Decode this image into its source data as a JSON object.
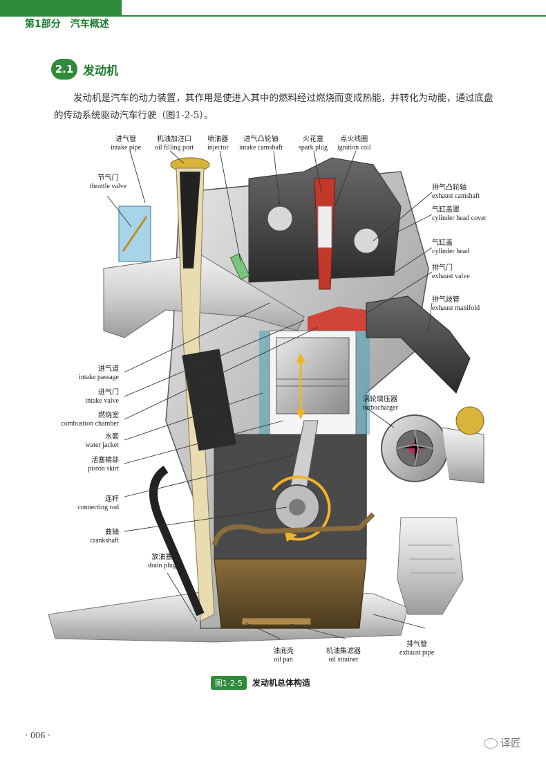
{
  "header": {
    "part": "第1部分",
    "title": "汽车概述"
  },
  "section": {
    "number": "2.1",
    "title": "发动机"
  },
  "paragraph": "发动机是汽车的动力装置，其作用是使进入其中的燃料经过燃烧而变成热能，并转化为动能，通过底盘的传动系统驱动汽车行驶（图1-2-5）。",
  "labels": {
    "intake_pipe": {
      "cn": "进气管",
      "en": "intake pipe"
    },
    "oil_filling_port": {
      "cn": "机油加注口",
      "en": "oil filling port"
    },
    "injector": {
      "cn": "喷油器",
      "en": "injector"
    },
    "intake_camshaft": {
      "cn": "进气凸轮轴",
      "en": "intake camshaft"
    },
    "spark_plug": {
      "cn": "火花塞",
      "en": "spark plug"
    },
    "ignition_coil": {
      "cn": "点火线圈",
      "en": "ignition coil"
    },
    "throttle_valve": {
      "cn": "节气门",
      "en": "throttle valve"
    },
    "exhaust_camshaft": {
      "cn": "排气凸轮轴",
      "en": "exhaust camshaft"
    },
    "cylinder_head_cover": {
      "cn": "气缸盖罩",
      "en": "cylinder head cover"
    },
    "cylinder_head": {
      "cn": "气缸盖",
      "en": "cylinder head"
    },
    "exhaust_valve": {
      "cn": "排气门",
      "en": "exhaust valve"
    },
    "exhaust_manifold": {
      "cn": "排气歧管",
      "en": "exhaust manifold"
    },
    "intake_passage": {
      "cn": "进气道",
      "en": "intake passage"
    },
    "intake_valve": {
      "cn": "进气门",
      "en": "intake valve"
    },
    "combustion_chamber": {
      "cn": "燃烧室",
      "en": "combustion chamber"
    },
    "water_jacket": {
      "cn": "水套",
      "en": "water jacket"
    },
    "piston_skirt": {
      "cn": "活塞裙部",
      "en": "piston skirt"
    },
    "turbocharger": {
      "cn": "涡轮增压器",
      "en": "turbocharger"
    },
    "connecting_rod": {
      "cn": "连杆",
      "en": "connecting rod"
    },
    "crankshaft": {
      "cn": "曲轴",
      "en": "crankshaft"
    },
    "drain_plug": {
      "cn": "放油塞",
      "en": "drain plug"
    },
    "oil_pan": {
      "cn": "油底壳",
      "en": "oil pan"
    },
    "oil_strainer": {
      "cn": "机油集滤器",
      "en": "oil strainer"
    },
    "exhaust_pipe": {
      "cn": "排气管",
      "en": "exhaust pipe"
    }
  },
  "caption": {
    "number": "图1-2-5",
    "text": "发动机总体构造"
  },
  "page_number": "· 006 ·",
  "watermark": "译匠",
  "colors": {
    "accent": "#2e8b3a"
  }
}
